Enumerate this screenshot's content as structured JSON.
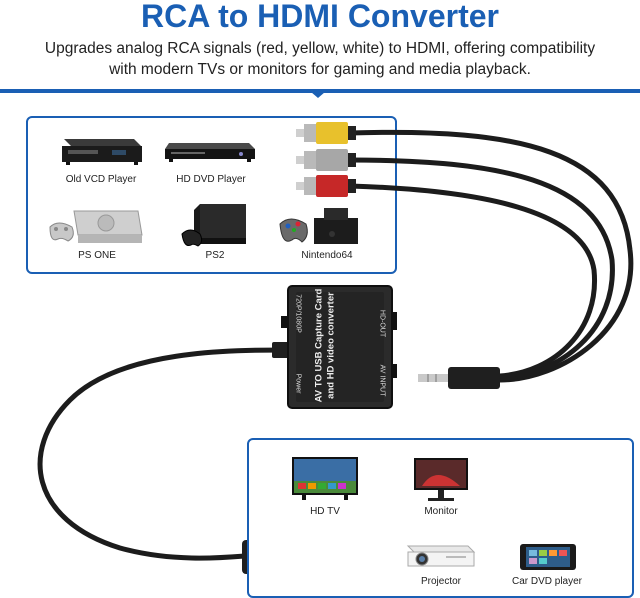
{
  "header": {
    "title": "RCA to HDMI Converter",
    "subtitle_line1": "Upgrades analog RCA signals (red, yellow, white) to HDMI, offering compatibility",
    "subtitle_line2": "with modern TVs or monitors for gaming and media playback."
  },
  "sources": [
    {
      "label": "Old VCD Player",
      "icon": "vcd-player-icon"
    },
    {
      "label": "HD DVD Player",
      "icon": "dvd-player-icon"
    },
    {
      "label": "PS ONE",
      "icon": "ps-one-console-icon"
    },
    {
      "label": "PS2",
      "icon": "ps2-console-icon"
    },
    {
      "label": "Nintendo64",
      "icon": "n64-console-icon"
    }
  ],
  "box": {
    "main_label": "AV TO USB Capture Card",
    "sub_label": "and HD video converter",
    "switch_label": "720P/1080P",
    "power_label": "Power",
    "out_label": "HD-OUT",
    "in_label": "AV INPUT"
  },
  "displays": [
    {
      "label": "HD TV",
      "icon": "tv-icon"
    },
    {
      "label": "Monitor",
      "icon": "monitor-icon"
    },
    {
      "label": "Projector",
      "icon": "projector-icon"
    },
    {
      "label": "Car DVD player",
      "icon": "car-dvd-icon"
    }
  ],
  "colors": {
    "accent": "#1a5fb4",
    "rca_yellow": "#e8c12c",
    "rca_white": "#d9d9d9",
    "rca_red": "#c62828"
  }
}
